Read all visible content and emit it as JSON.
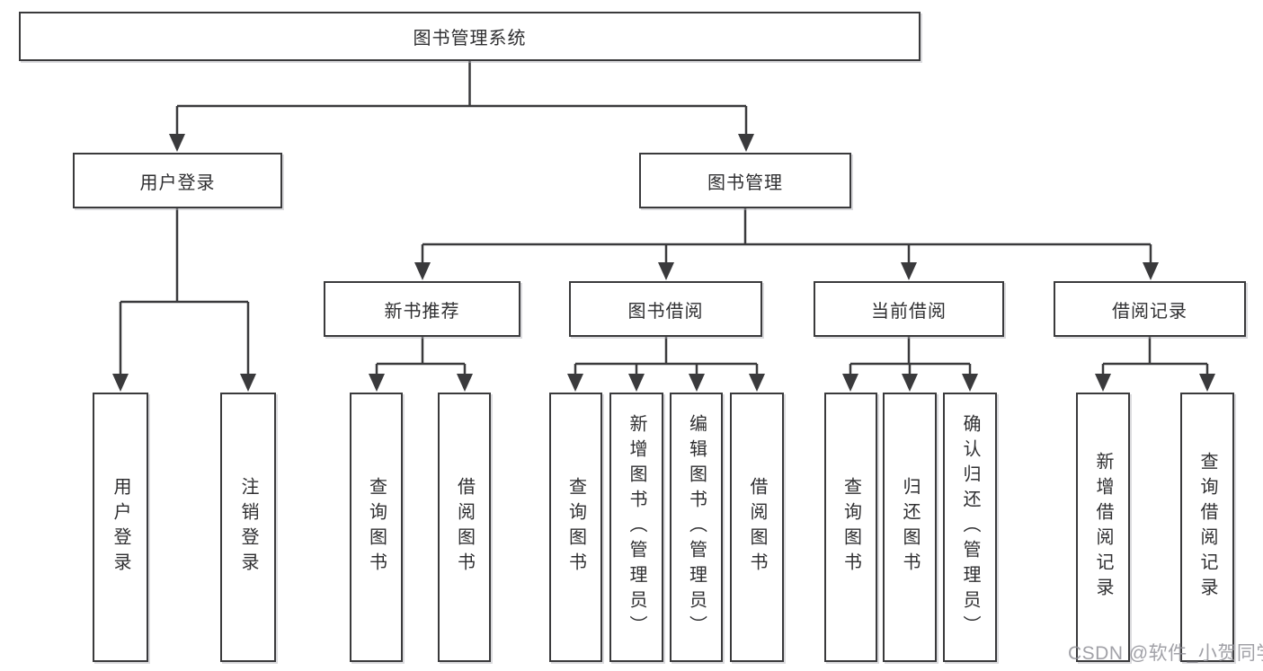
{
  "tree": {
    "label": "图书管理系统",
    "children": [
      {
        "label": "用户登录",
        "children": [
          {
            "label": "用户登录"
          },
          {
            "label": "注销登录"
          }
        ]
      },
      {
        "label": "图书管理",
        "children": [
          {
            "label": "新书推荐",
            "children": [
              {
                "label": "查询图书"
              },
              {
                "label": "借阅图书"
              }
            ]
          },
          {
            "label": "图书借阅",
            "children": [
              {
                "label": "查询图书"
              },
              {
                "label": "新增图书（管理员）"
              },
              {
                "label": "编辑图书（管理员）"
              },
              {
                "label": "借阅图书"
              }
            ]
          },
          {
            "label": "当前借阅",
            "children": [
              {
                "label": "查询图书"
              },
              {
                "label": "归还图书"
              },
              {
                "label": "确认归还（管理员）"
              }
            ]
          },
          {
            "label": "借阅记录",
            "children": [
              {
                "label": "新增借阅记录"
              },
              {
                "label": "查询借阅记录"
              }
            ]
          }
        ]
      }
    ]
  },
  "watermark": "CSDN @软件_小贺同学",
  "colors": {
    "line": "#3a3a3c",
    "box_border": "#3a3a3c",
    "box_fill": "#ffffff",
    "text": "#2f2f31",
    "watermark": "#909098",
    "background": "#ffffff"
  }
}
